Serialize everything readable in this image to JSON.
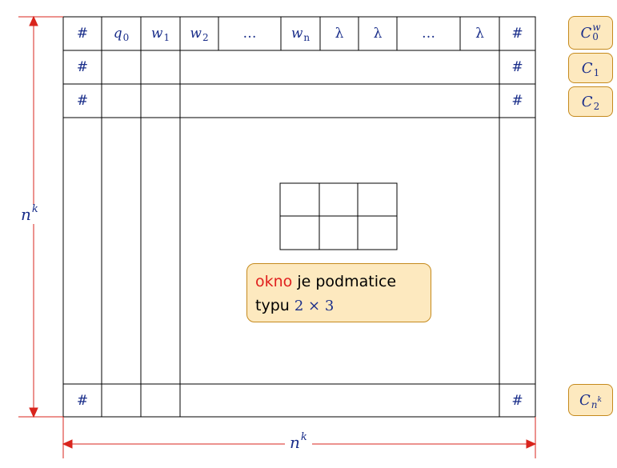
{
  "grid": {
    "top_row": [
      {
        "name": "hash",
        "text": "#"
      },
      {
        "name": "q0",
        "base": "q",
        "sub": "0"
      },
      {
        "name": "w1",
        "base": "w",
        "sub": "1"
      },
      {
        "name": "w2",
        "base": "w",
        "sub": "2"
      },
      {
        "name": "dots",
        "text": "…"
      },
      {
        "name": "wn",
        "base": "w",
        "sub": "n"
      },
      {
        "name": "lambda1",
        "text": "λ"
      },
      {
        "name": "lambda2",
        "text": "λ"
      },
      {
        "name": "dots2",
        "text": "…"
      },
      {
        "name": "lambda3",
        "text": "λ"
      },
      {
        "name": "hash-right",
        "text": "#"
      }
    ],
    "border_symbol": "#"
  },
  "row_labels": {
    "c0": {
      "base": "C",
      "sup": "w",
      "sub": "0"
    },
    "c1": {
      "base": "C",
      "sub": "1"
    },
    "c2": {
      "base": "C",
      "sub": "2"
    },
    "cn": {
      "base": "C",
      "sub": "n",
      "subsup": "k"
    }
  },
  "dimensions": {
    "height": {
      "base": "n",
      "sup": "k"
    },
    "width": {
      "base": "n",
      "sup": "k"
    }
  },
  "window_note": {
    "highlight": "okno",
    "rest": " je podmatice",
    "line2_text": "typu ",
    "line2_math": "2 × 3"
  },
  "colors": {
    "arrow": "#d9251d",
    "math": "#1a2e8a",
    "note_bg": "#fde9bf",
    "note_border": "#c58a1d"
  }
}
